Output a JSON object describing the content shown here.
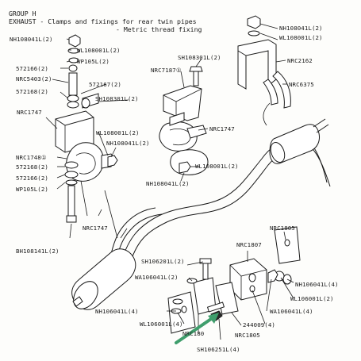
{
  "header": {
    "group": "GROUP H",
    "title": "EXHAUST - Clamps and fixings for rear twin pipes",
    "subtitle": "- Metric thread fixing"
  },
  "labels": {
    "nh108041l_2_top": "NH108041L(2)",
    "wl108001l_2_top": "WL108001L(2)",
    "wp105l_2_top": "WP105L(2)",
    "c572166_2_top": "572166(2)",
    "nrc5403_2": "NRC5403(2)",
    "c572168_2_top": "572168(2)",
    "c572167_2": "572167(2)",
    "sh108301l_2_left": "SH108301L(2)",
    "nrc1747_left": "NRC1747",
    "nrc1748_1": "NRC1748①",
    "c572168_2_low": "572168(2)",
    "c572166_2_low": "572166(2)",
    "wp105l_2_low": "WP105L(2)",
    "bh108141l_2": "BH108141L(2)",
    "nrc7187_1": "NRC7187①",
    "sh108301l_2_mid": "SH108301L(2)",
    "wl108001l_2_mid": "WL108001L(2)",
    "nh108041l_2_mid": "NH108041L(2)",
    "nrc1747_mid": "NRC1747",
    "nrc1747_bottom": "NRC1747",
    "wl108001l_2_right": "WL108001L(2)",
    "nh108041l_2_low": "NH108041L(2)",
    "nh108041l_2_right": "NH108041L(2)",
    "wl108001l_2_right_top": "WL108001L(2)",
    "nrc2162": "NRC2162",
    "nrc6375": "NRC6375",
    "nrc1805_top": "NRC1805",
    "nrc1807": "NRC1807",
    "sh106201l_2": "SH106201L(2)",
    "wa106041l_2": "WA106041L(2)",
    "nh106041l_4_right": "NH106041L(4)",
    "wl106001l_2_right": "WL106001L(2)",
    "wa106041l_4": "WA106041L(4)",
    "nh106041l_4_left": "NH106041L(4)",
    "wl106001l_4": "WL106001L(4)",
    "nrc180": "NRC180",
    "c244009_4": "244009(4)",
    "nrc1805_bottom": "NRC1805",
    "sh106251l_4": "SH106251L(4)"
  },
  "colors": {
    "line": "#1a1a1a",
    "arrow": "#3f9e6c",
    "paper": "#fdfdfb"
  }
}
